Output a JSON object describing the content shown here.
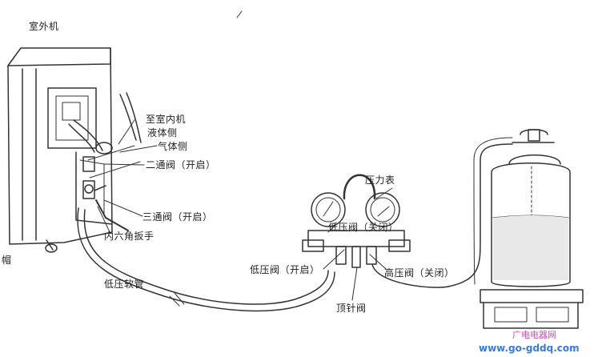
{
  "labels": {
    "outdoor_unit": "室外机",
    "to_indoor_unit": "至室内机",
    "liquid_side": "液体侧",
    "gas_side": "气体侧",
    "two_way_valve": "二通阀（开启）",
    "three_way_valve": "三通阀（开启）",
    "hex_wrench": "内六角扳手",
    "low_pressure_hose": "低压软管",
    "pressure_gauge": "压力表",
    "low_valve_closed": "低压阀（关闭）",
    "low_valve_open": "低压阀（开启）",
    "high_valve_closed": "高压阀（关闭）",
    "thimble_valve": "顶针阀",
    "cap": "帽"
  },
  "watermark": {
    "top": "广电电器网",
    "bottom": "www.go-gddq.com"
  },
  "colors": {
    "line": "#333333",
    "liquid": "#e8e8e8",
    "watermark_top": "#e040c0",
    "watermark_bottom": "#3a7bd5"
  }
}
